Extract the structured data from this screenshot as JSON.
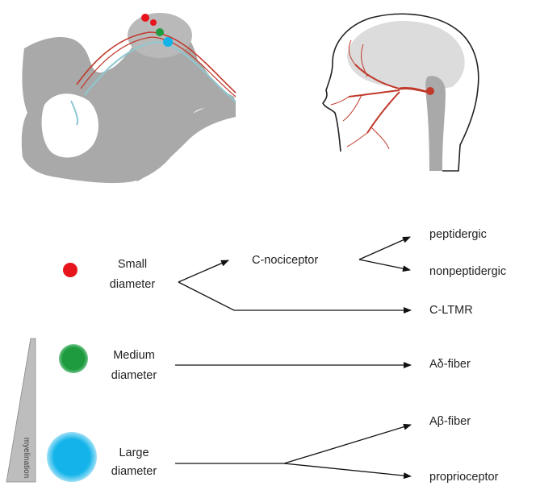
{
  "categories": [
    {
      "label_line1": "Small",
      "label_line2": "diameter",
      "dot_color": "#e8141b"
    },
    {
      "label_line1": "Medium",
      "label_line2": "diameter",
      "dot_color": "#1e9a3f"
    },
    {
      "label_line1": "Large",
      "label_line2": "diameter",
      "dot_color": "#14b4ea"
    }
  ],
  "intermediate": {
    "c_nociceptor": "C-nociceptor"
  },
  "targets": {
    "peptidergic": "peptidergic",
    "nonpeptidergic": "nonpeptidergic",
    "c_ltmr": "C-LTMR",
    "a_delta": "Aδ-fiber",
    "a_beta": "Aβ-fiber",
    "proprioceptor": "proprioceptor"
  },
  "myelination_label": "myelination",
  "colors": {
    "spinal_gray": "#a9a9a9",
    "nerve_red": "#c0392b",
    "nerve_teal": "#8fc9d0",
    "head_skin": "#ffffff"
  }
}
